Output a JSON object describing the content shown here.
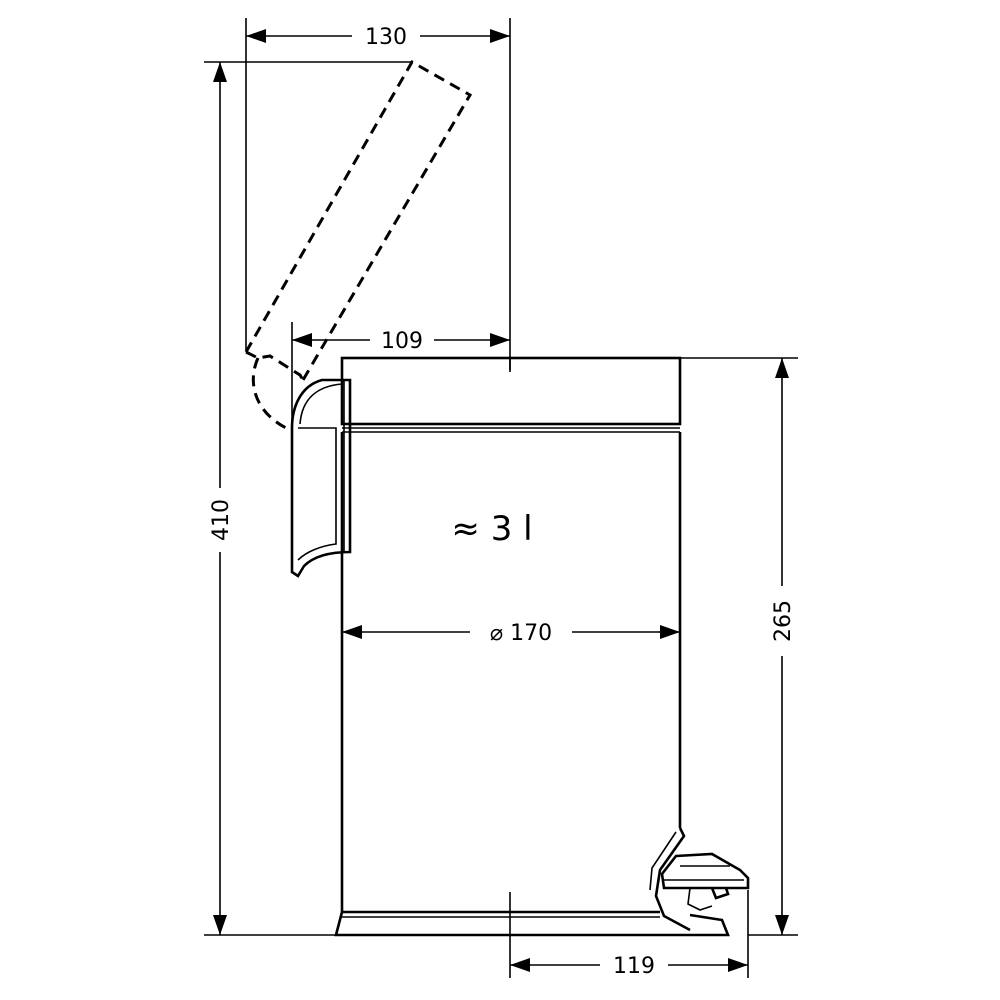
{
  "dimensions": {
    "lid_open_width": "130",
    "lid_closed_offset": "109",
    "total_open_height": "410",
    "body_height": "265",
    "diameter": "⌀ 170",
    "pedal_depth": "119"
  },
  "capacity": "≈ 3 l"
}
